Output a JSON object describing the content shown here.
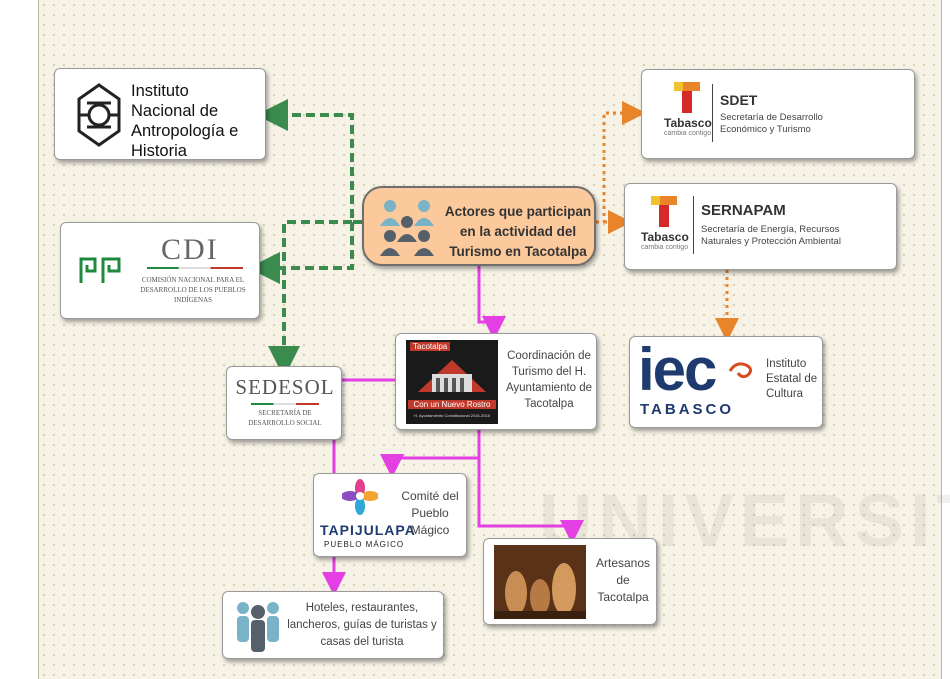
{
  "center": {
    "title": "Actores que participan en la actividad del Turismo en Tacotalpa"
  },
  "inah": {
    "name": "Instituto Nacional de Antropología e Historia"
  },
  "cdi": {
    "title": "CDI",
    "subtitle": "COMISIÓN NACIONAL PARA EL DESARROLLO DE LOS PUEBLOS INDÍGENAS"
  },
  "sdet": {
    "brand": "Tabasco",
    "tagline": "cambia contigo",
    "acronym": "SDET",
    "name": "Secretaría de Desarrollo Económico y Turismo"
  },
  "sernapam": {
    "brand": "Tabasco",
    "tagline": "cambia contigo",
    "acronym": "SERNAPAM",
    "name": "Secretaría de Energía, Recursos Naturales y Protección Ambiental"
  },
  "iec": {
    "logo_text": "iec",
    "logo_sub": "TABASCO",
    "name": "Instituto Estatal de Cultura"
  },
  "sedesol": {
    "title": "SEDESOL",
    "subtitle": "SECRETARÍA DE DESARROLLO SOCIAL"
  },
  "coordinacion": {
    "name": "Coordinación de Turismo del H. Ayuntamiento de Tacotalpa",
    "logo_top": "Tacotalpa",
    "logo_slogan": "Con un Nuevo Rostro",
    "logo_footer": "H. Ayuntamiento Constitucional 2016-2018"
  },
  "comite": {
    "name": "Comité del Pueblo Mágico",
    "logo_line1": "TAPIJULAPA",
    "logo_line2": "PUEBLO MÁGICO"
  },
  "artesanos": {
    "name": "Artesanos de Tacotalpa"
  },
  "hoteles": {
    "name": "Hoteles, restaurantes, lancheros, guías de turistas y casas del turista"
  },
  "watermark": "UNIVERSITAS",
  "colors": {
    "green_edge": "#3b8a4e",
    "orange_edge": "#e8852a",
    "magenta_edge": "#e33fe3",
    "center_fill": "#fbc99b"
  }
}
